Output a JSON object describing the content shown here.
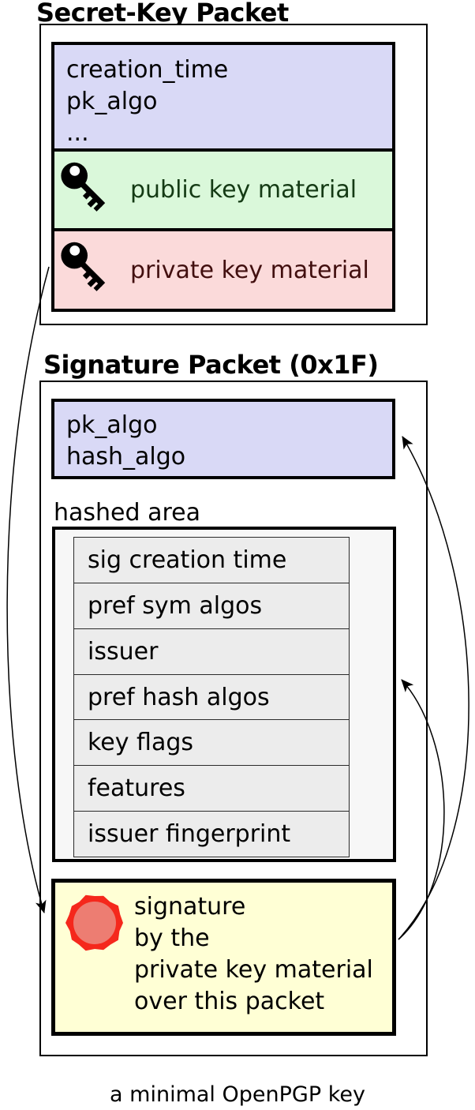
{
  "caption": "a minimal OpenPGP key",
  "colors": {
    "header_field_bg": "#d9d9f6",
    "public_key_bg": "#daf8da",
    "public_key_text": "#143a14",
    "private_key_bg": "#fbdada",
    "private_key_text": "#420f0f",
    "hashed_area_bg": "#f7f7f7",
    "subpacket_bg": "#ececec",
    "signature_bg": "#ffffd5",
    "seal_ring": "#f5281c",
    "seal_center": "#ed7d72",
    "line_color": "#000000"
  },
  "secret_key_packet": {
    "title": "Secret-Key Packet",
    "header_fields": [
      "creation_time",
      "pk_algo",
      "..."
    ],
    "public_key_label": "public key material",
    "private_key_label": "private key material"
  },
  "signature_packet": {
    "title": "Signature Packet (0x1F)",
    "header_fields": [
      "pk_algo",
      "hash_algo"
    ],
    "hashed_area": {
      "label": "hashed area",
      "subpackets": [
        "sig creation time",
        "pref sym algos",
        "issuer",
        "pref hash algos",
        "key flags",
        "features",
        "issuer fingerprint"
      ]
    },
    "signature_lines": [
      "signature",
      "by the",
      "private key material",
      "over this packet"
    ]
  }
}
